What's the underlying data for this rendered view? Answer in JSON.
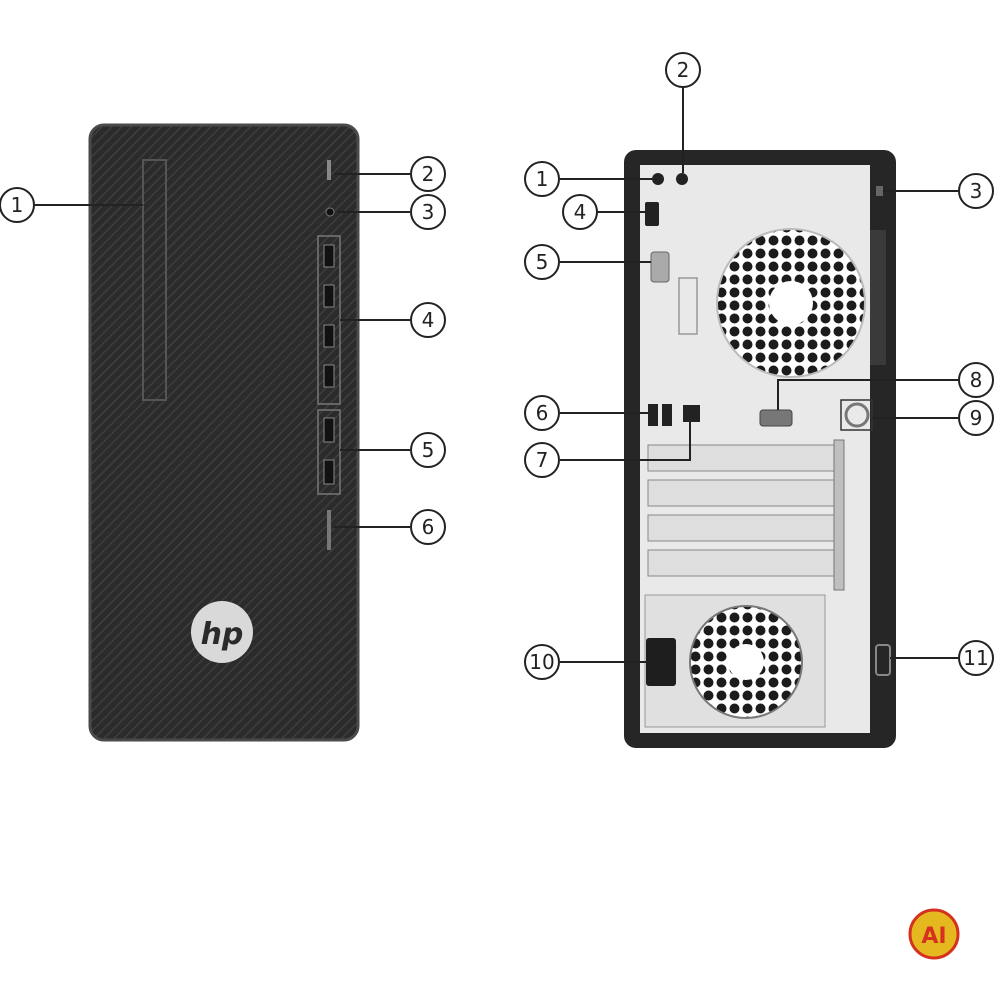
{
  "front_view": {
    "brand": "hp",
    "callouts": [
      {
        "num": "1"
      },
      {
        "num": "2"
      },
      {
        "num": "3"
      },
      {
        "num": "4"
      },
      {
        "num": "5"
      },
      {
        "num": "6"
      }
    ]
  },
  "rear_view": {
    "callouts": [
      {
        "num": "1"
      },
      {
        "num": "2"
      },
      {
        "num": "3"
      },
      {
        "num": "4"
      },
      {
        "num": "5"
      },
      {
        "num": "6"
      },
      {
        "num": "7"
      },
      {
        "num": "8"
      },
      {
        "num": "9"
      },
      {
        "num": "10"
      },
      {
        "num": "11"
      }
    ]
  },
  "watermark": {
    "text": "AI"
  },
  "colors": {
    "case_dark": "#2a2a2a",
    "rear_panel": "#e9e9e9",
    "callout_stroke": "#222222",
    "watermark_gold": "#e6b820",
    "watermark_red": "#d6301f"
  }
}
